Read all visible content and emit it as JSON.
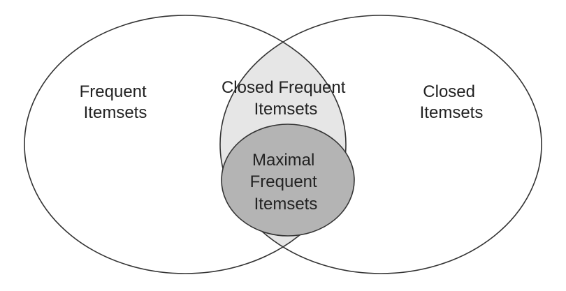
{
  "sets": {
    "frequent": {
      "label_lines": [
        "Frequent",
        "Itemsets"
      ]
    },
    "closed": {
      "label_lines": [
        "Closed",
        "Itemsets"
      ]
    },
    "closed_frequent": {
      "label_lines": [
        "Closed Frequent",
        "Itemsets"
      ]
    },
    "maximal_frequent": {
      "label_lines": [
        "Maximal",
        "Frequent",
        "Itemsets"
      ]
    }
  },
  "colors": {
    "background": "#ffffff",
    "outline": "#333333",
    "intersection_fill": "#e6e6e6",
    "maximal_fill": "#b4b4b4",
    "text": "#222222"
  }
}
